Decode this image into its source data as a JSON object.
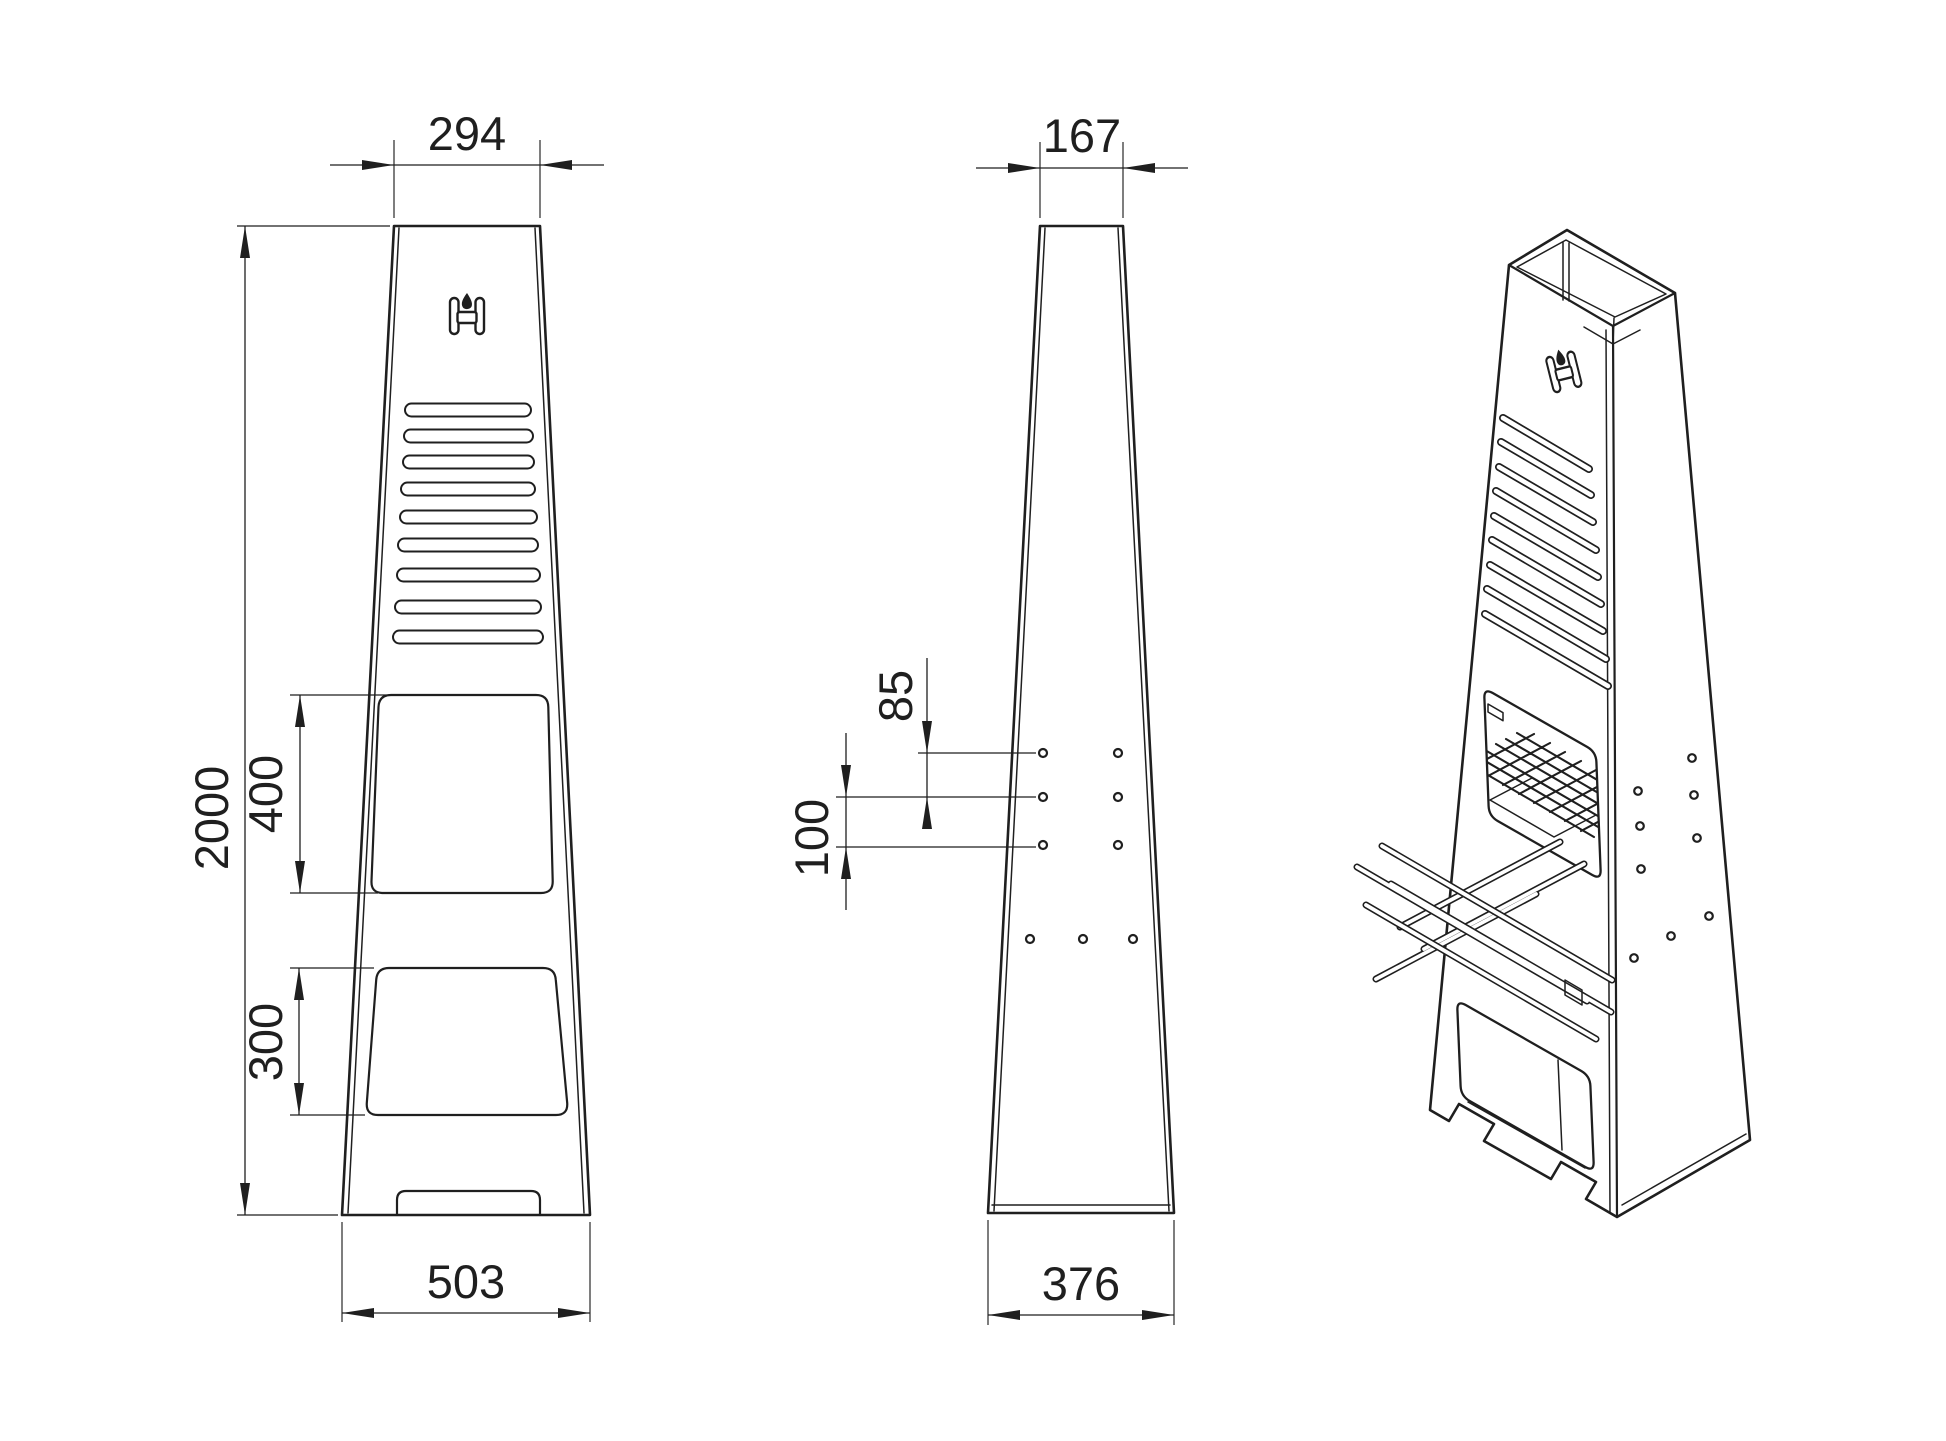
{
  "drawing": {
    "colors": {
      "line": "#1f1f1f",
      "background": "#ffffff"
    },
    "icons": {
      "brand_logo": "flame-h-monogram-icon"
    },
    "front_view": {
      "top_width_mm": "294",
      "overall_height_mm": "2000",
      "upper_opening_height_mm": "400",
      "lower_opening_height_mm": "300",
      "bottom_width_mm": "503"
    },
    "side_view": {
      "top_depth_mm": "167",
      "upper_hole_spacing_mm": "85",
      "lower_hole_spacing_mm": "100",
      "bottom_depth_mm": "376"
    }
  }
}
